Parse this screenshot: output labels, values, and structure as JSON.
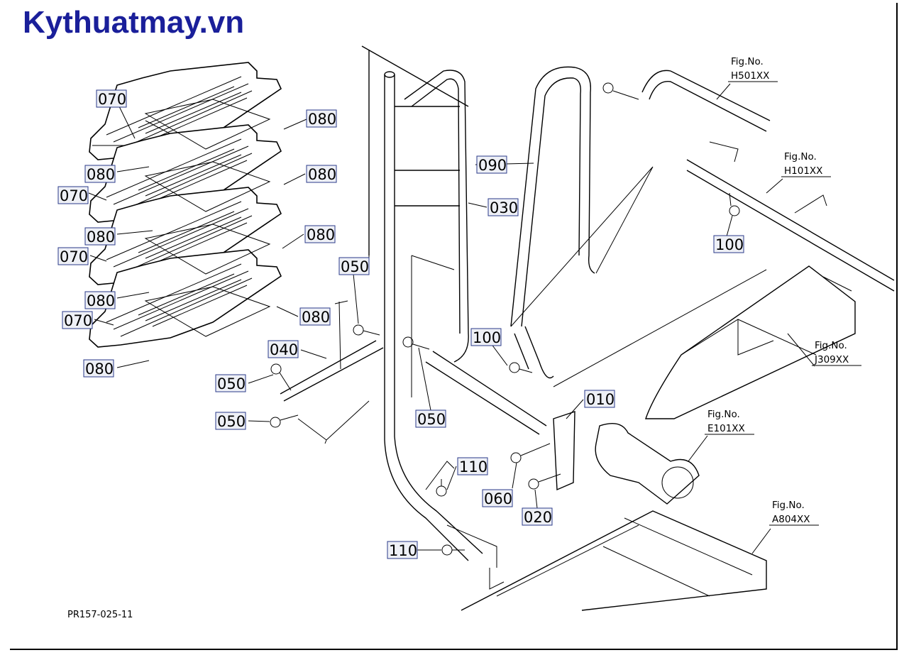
{
  "watermark": "Kythuatmay.vn",
  "drawing_code": "PR157-025-11",
  "part_labels": [
    {
      "text": "070"
    },
    {
      "text": "080"
    },
    {
      "text": "080"
    },
    {
      "text": "080"
    },
    {
      "text": "070"
    },
    {
      "text": "080"
    },
    {
      "text": "080"
    },
    {
      "text": "070"
    },
    {
      "text": "080"
    },
    {
      "text": "080"
    },
    {
      "text": "070"
    },
    {
      "text": "080"
    },
    {
      "text": "080"
    },
    {
      "text": "050"
    },
    {
      "text": "040"
    },
    {
      "text": "050"
    },
    {
      "text": "050"
    },
    {
      "text": "050"
    },
    {
      "text": "030"
    },
    {
      "text": "090"
    },
    {
      "text": "100"
    },
    {
      "text": "100"
    },
    {
      "text": "010"
    },
    {
      "text": "060"
    },
    {
      "text": "020"
    },
    {
      "text": "110"
    },
    {
      "text": "110"
    }
  ],
  "figure_refs": [
    {
      "title": "Fig.No.",
      "code": "H501XX"
    },
    {
      "title": "Fig.No.",
      "code": "H101XX"
    },
    {
      "title": "Fig.No.",
      "code": "J309XX"
    },
    {
      "title": "Fig.No.",
      "code": "E101XX"
    },
    {
      "title": "Fig.No.",
      "code": "A804XX"
    }
  ],
  "colors": {
    "watermark": "#1a1f9a",
    "label_box": "#eef0f6",
    "label_border": "#2a3a8a"
  }
}
